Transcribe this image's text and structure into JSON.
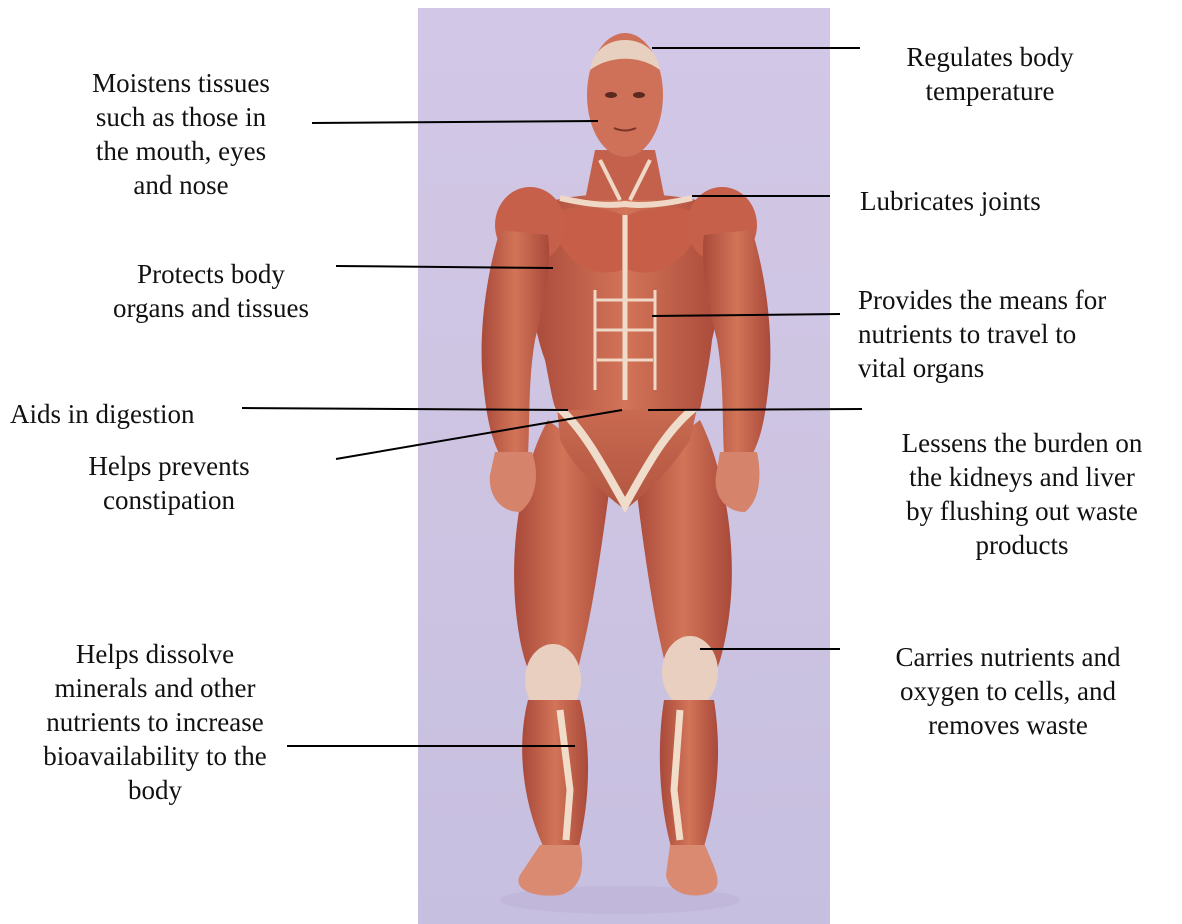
{
  "diagram": {
    "colors": {
      "panel": "#cfc6e4",
      "muscle": "#c9654d",
      "muscle_dark": "#9e4433",
      "tendon": "#efd8c6",
      "leader": "#000000"
    },
    "labels": {
      "moistens": "Moistens tissues\nsuch as those in\nthe mouth, eyes\nand nose",
      "temperature": "Regulates body\ntemperature",
      "joints": "Lubricates joints",
      "protects": "Protects body\norgans and tissues",
      "nutrients_travel": "Provides the means for\nnutrients to travel to\nvital organs",
      "digestion": "Aids in digestion",
      "constipation": "Helps prevents\nconstipation",
      "kidneys": "Lessens the burden on\nthe kidneys and liver\nby flushing out waste\nproducts",
      "dissolve": "Helps dissolve\nminerals and other\nnutrients to increase\nbioavailability to the\nbody",
      "carries": "Carries nutrients and\noxygen to cells, and\nremoves waste"
    }
  }
}
